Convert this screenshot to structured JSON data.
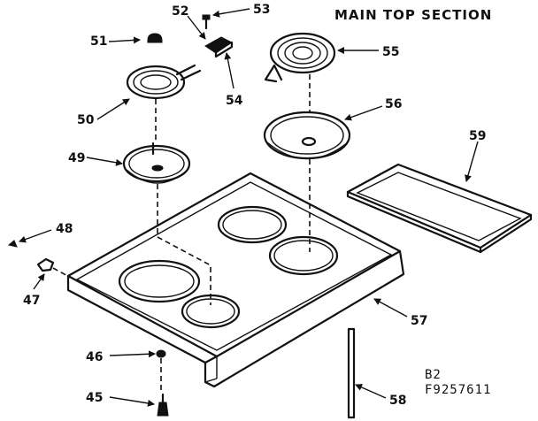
{
  "title": "MAIN TOP SECTION",
  "drawing_code_line1": "B2",
  "drawing_code_line2": "F9257611",
  "parts": {
    "p45": "45",
    "p46": "46",
    "p47": "47",
    "p48": "48",
    "p49": "49",
    "p50": "50",
    "p51": "51",
    "p52": "52",
    "p53": "53",
    "p54": "54",
    "p55": "55",
    "p56": "56",
    "p57": "57",
    "p58": "58",
    "p59": "59"
  }
}
